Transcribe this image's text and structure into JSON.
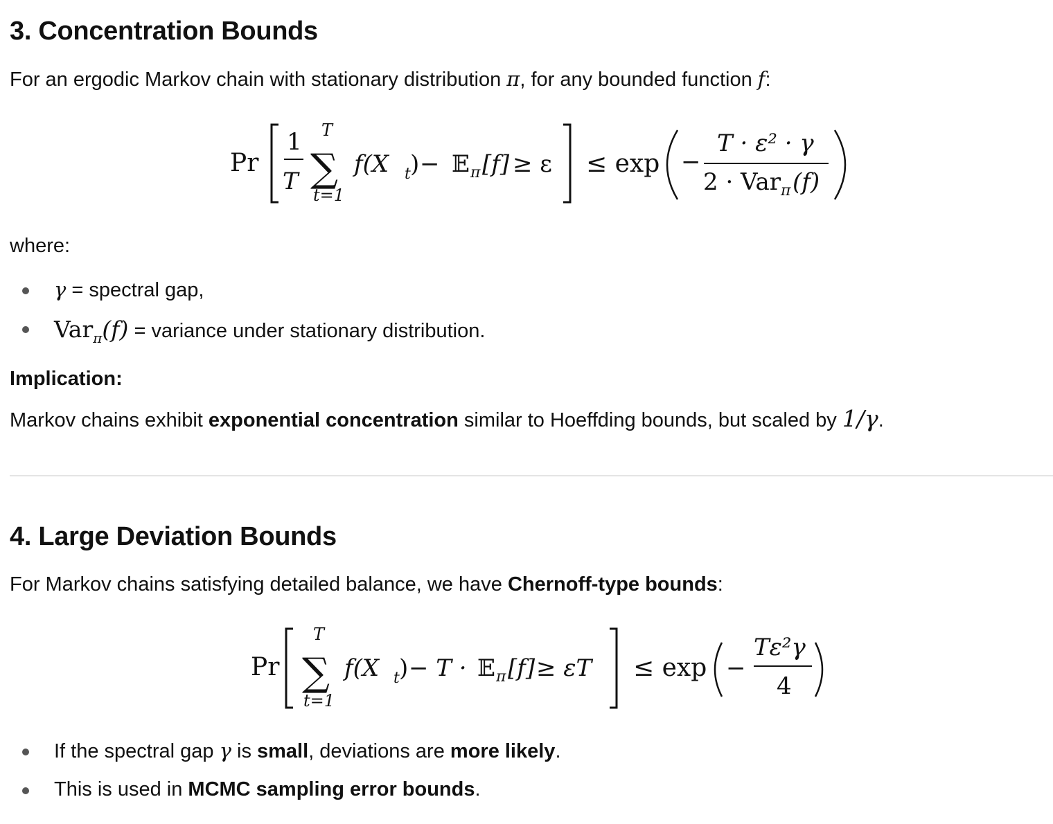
{
  "section3": {
    "heading": "3. Concentration Bounds",
    "intro_pre": "For an ergodic Markov chain with stationary distribution ",
    "intro_pi": "π",
    "intro_mid": ", for any bounded function ",
    "intro_f": "f",
    "intro_post": ":",
    "where_label": "where:",
    "bullets": [
      {
        "math": "γ",
        "text": " = spectral gap,"
      },
      {
        "math": "Varπ(f)",
        "text": " = variance under stationary distribution."
      }
    ],
    "implication_label": "Implication:",
    "implication_pre": "Markov chains exhibit ",
    "implication_bold": "exponential concentration",
    "implication_mid": " similar to Hoeffding bounds, but scaled by ",
    "implication_math": "1/γ",
    "implication_post": "."
  },
  "section4": {
    "heading": "4. Large Deviation Bounds",
    "intro_pre": "For Markov chains satisfying detailed balance, we have ",
    "intro_bold": "Chernoff-type bounds",
    "intro_post": ":",
    "bullets": [
      {
        "pre": "If the spectral gap ",
        "math": "γ",
        "mid1": " is ",
        "bold1": "small",
        "mid2": ", deviations are ",
        "bold2": "more likely",
        "post": "."
      },
      {
        "pre": "This is used in ",
        "bold1": "MCMC sampling error bounds",
        "post": "."
      }
    ]
  },
  "equations": {
    "eq1": {
      "pr": "Pr",
      "one": "1",
      "T": "T",
      "sum_top": "T",
      "sum_bot": "t=1",
      "sum": "∑",
      "fX": "f(X",
      "sub_t": "t",
      "close": ")",
      "minus": " − ",
      "E": "𝔼",
      "sub_pi": "π",
      "bracket_f": "[f]",
      "geq_eps": " ≥ ε",
      "leq_exp": "≤ exp",
      "neg": "−",
      "num": "T · ε² · γ",
      "den_2": "2 · Var",
      "den_pi": "π",
      "den_f": "(f)"
    },
    "eq2": {
      "pr": "Pr",
      "sum_top": "T",
      "sum_bot": "t=1",
      "sum": "∑",
      "fX": "f(X",
      "sub_t": "t",
      "close": ")",
      "minus_T": " − T · ",
      "E": "𝔼",
      "sub_pi": "π",
      "bracket_f": "[f]",
      "geq_epsT": " ≥ εT",
      "leq_exp": "≤ exp",
      "neg": "−",
      "num": "Tε²γ",
      "den": "4"
    }
  }
}
